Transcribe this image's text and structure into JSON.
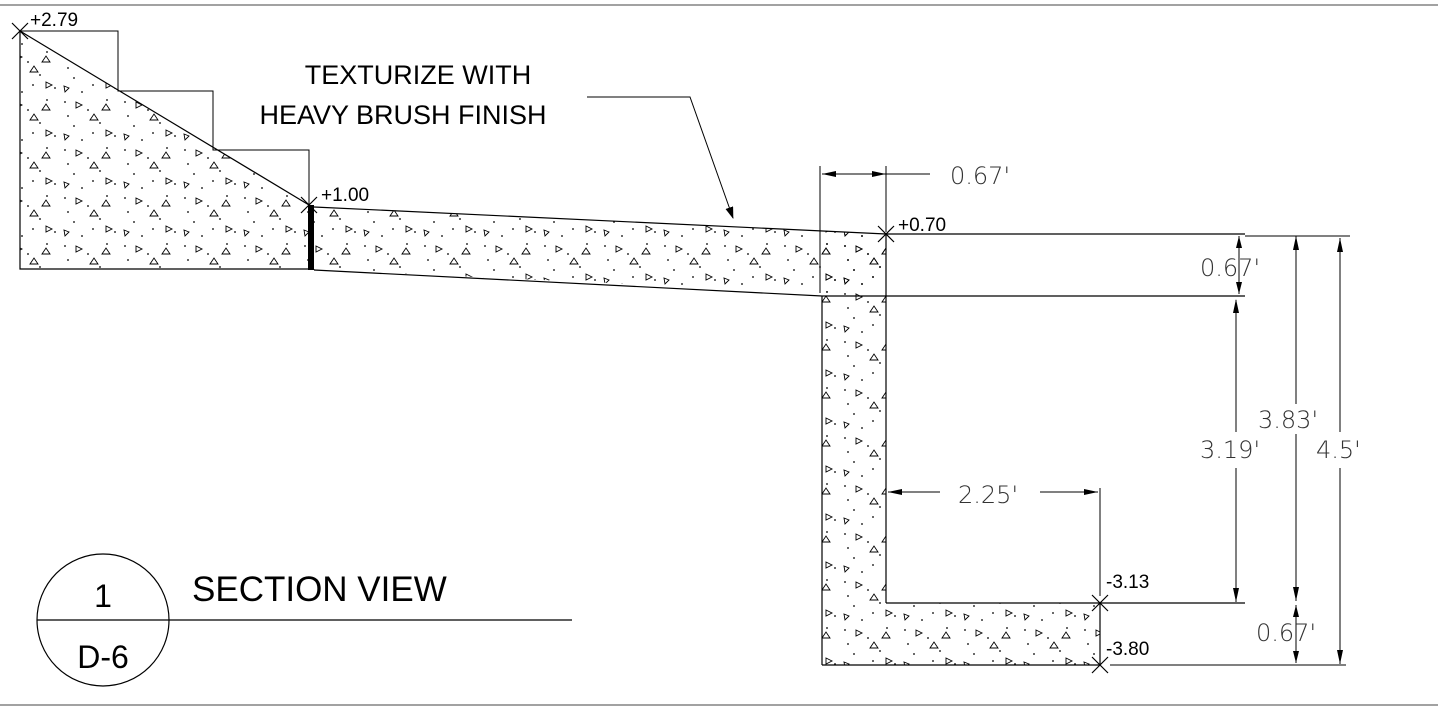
{
  "note": {
    "line1": "TEXTURIZE WITH",
    "line2": "HEAVY BRUSH FINISH"
  },
  "elevations": {
    "top_left": "+2.79",
    "slab_start": "+1.00",
    "wall_top": "+0.70",
    "floor_top": "-3.13",
    "floor_bottom": "-3.80"
  },
  "dimensions": {
    "wall_thickness": "0.67'",
    "slab_thickness": "0.67'",
    "inner_height": "3.19'",
    "height_to_floor": "3.83'",
    "total_height": "4.5'",
    "inner_width": "2.25'",
    "floor_thickness": "0.67'"
  },
  "title": {
    "number": "1",
    "sheet": "D-6",
    "name": "SECTION VIEW"
  }
}
